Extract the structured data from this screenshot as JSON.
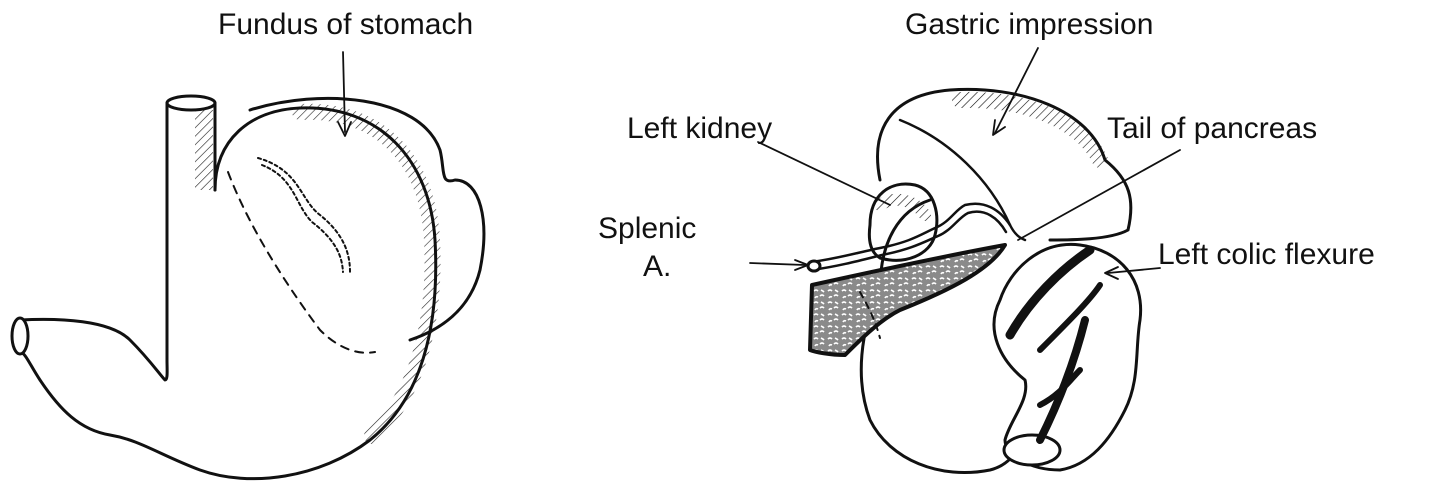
{
  "labels": {
    "fundus": "Fundus of stomach",
    "gastric_impression": "Gastric impression",
    "left_kidney": "Left kidney",
    "tail_of_pancreas": "Tail of pancreas",
    "splenic_line1": "Splenic",
    "splenic_line2": "A.",
    "left_colic_flexure": "Left colic flexure"
  },
  "colors": {
    "ink": "#111111",
    "pancreas_fill": "#8a8a8a",
    "background": "#ffffff"
  }
}
